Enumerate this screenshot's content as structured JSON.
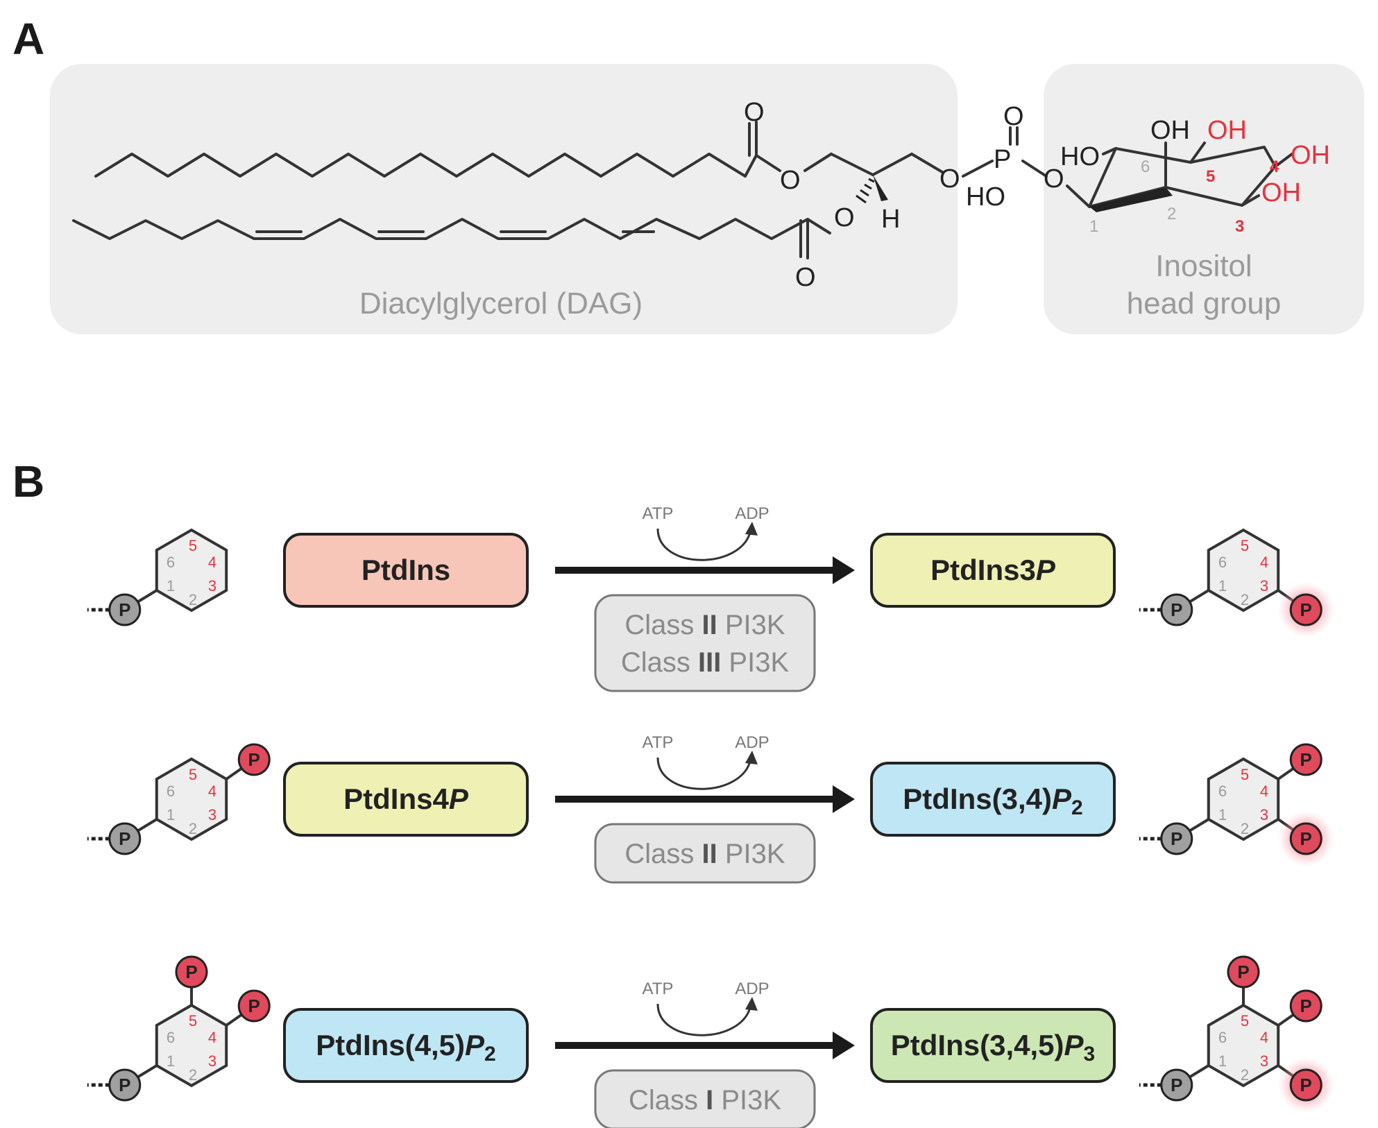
{
  "panel_a": {
    "label": "A",
    "dag_label": "Diacylglycerol (DAG)",
    "inositol_label_line1": "Inositol",
    "inositol_label_line2": "head group",
    "atoms": {
      "o": "O",
      "h": "H",
      "p": "P",
      "ho": "HO",
      "oh": "OH"
    },
    "ring_numbers": [
      "1",
      "2",
      "3",
      "4",
      "5",
      "6"
    ]
  },
  "panel_b": {
    "label": "B",
    "atp": "ATP",
    "adp": "ADP",
    "phosphate": "P",
    "ring_numbers": [
      "1",
      "2",
      "3",
      "4",
      "5",
      "6"
    ],
    "reactions": [
      {
        "substrate": "PtdIns",
        "substrate_italic": "",
        "substrate_sub": "",
        "product": "PtdIns3",
        "product_italic": "P",
        "product_sub": "",
        "enzymes": [
          {
            "prefix": "Class ",
            "roman": "II",
            "suffix": " PI3K"
          },
          {
            "prefix": "Class ",
            "roman": "III",
            "suffix": " PI3K"
          }
        ]
      },
      {
        "substrate": "PtdIns4",
        "substrate_italic": "P",
        "substrate_sub": "",
        "product": "PtdIns(3,4)",
        "product_italic": "P",
        "product_sub": "2",
        "enzymes": [
          {
            "prefix": "Class ",
            "roman": "II",
            "suffix": " PI3K"
          }
        ]
      },
      {
        "substrate": "PtdIns(4,5)",
        "substrate_italic": "P",
        "substrate_sub": "2",
        "product": "PtdIns(3,4,5)",
        "product_italic": "P",
        "product_sub": "3",
        "enzymes": [
          {
            "prefix": "Class ",
            "roman": "I",
            "suffix": " PI3K"
          }
        ]
      }
    ]
  },
  "colors": {
    "panel_bg": "#eeeeee",
    "ptdins": "#f7c6b8",
    "ptdins_mono": "#eef0b4",
    "ptdins_bis": "#bfe6f4",
    "ptdins_tris": "#cde7b4",
    "enzyme_box": "#e6e6e6",
    "phosphate_red": "#e04a5c",
    "phosphate_gray": "#a0a0a0",
    "text_red": "#e3333e"
  }
}
